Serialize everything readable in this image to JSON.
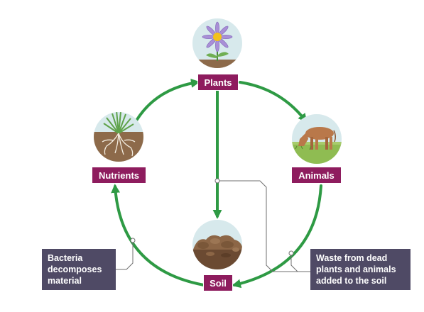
{
  "nodes": {
    "plants": "Plants",
    "animals": "Animals",
    "soil": "Soil",
    "nutrients": "Nutrients"
  },
  "notes": {
    "bacteria": [
      "Bacteria",
      "decomposes",
      "material"
    ],
    "waste": [
      "Waste from dead",
      "plants and animals",
      "added to the soil"
    ]
  },
  "colors": {
    "arrow": "#2e9a44",
    "label_bg": "#8e1c5e",
    "note_bg": "#4f4a65",
    "icon_bg": "#d7e9ec",
    "connector": "#6f6f6f"
  },
  "icons": {
    "plants": "flower-icon",
    "animals": "cow-icon",
    "soil": "soil-icon",
    "nutrients": "grass-roots-icon"
  }
}
